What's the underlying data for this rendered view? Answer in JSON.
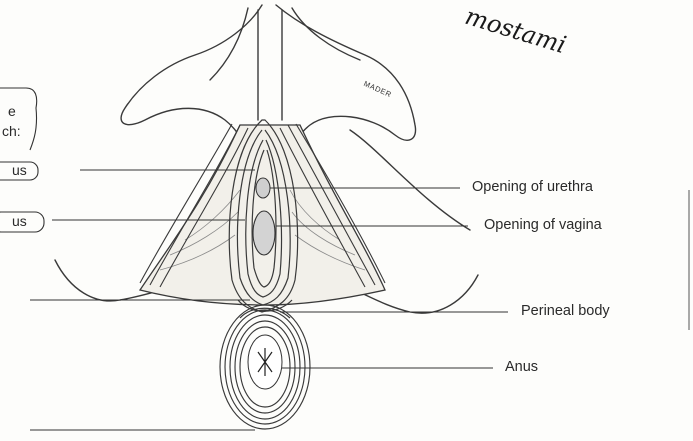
{
  "labels": {
    "urethra": "Opening of urethra",
    "vagina": "Opening of vagina",
    "perineal_body": "Perineal body",
    "anus": "Anus"
  },
  "left_fragments": {
    "line1": "e",
    "line2": "ch:",
    "box1": "us",
    "box2": "us"
  },
  "signature": "MADER",
  "handwriting": "mostami"
}
